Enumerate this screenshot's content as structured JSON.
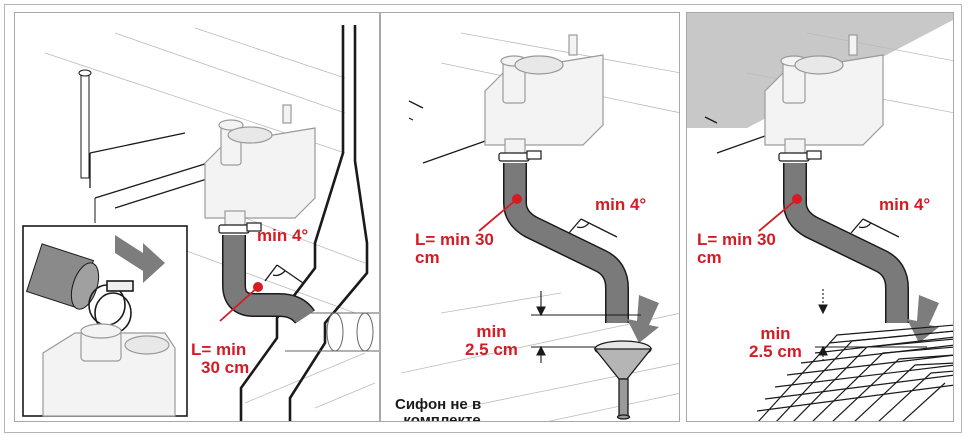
{
  "panels": [
    {
      "angle": "min 4°",
      "length_line1": "L= min",
      "length_line2": "30 cm"
    },
    {
      "angle": "min 4°",
      "length_line1": "L= min 30",
      "length_line2": "cm",
      "gap_line1": "min",
      "gap_line2": "2.5 cm"
    },
    {
      "angle": "min 4°",
      "length_line1": "L= min 30",
      "length_line2": "cm",
      "gap_line1": "min",
      "gap_line2": "2.5 cm"
    }
  ],
  "note": {
    "line1": "Сифон не в",
    "line2": "комплекте"
  },
  "colors": {
    "label_red": "#d41c24",
    "pipe": "#7a7a7a",
    "line": "#1a1a1a",
    "wall_gray": "#c8c8c8"
  }
}
